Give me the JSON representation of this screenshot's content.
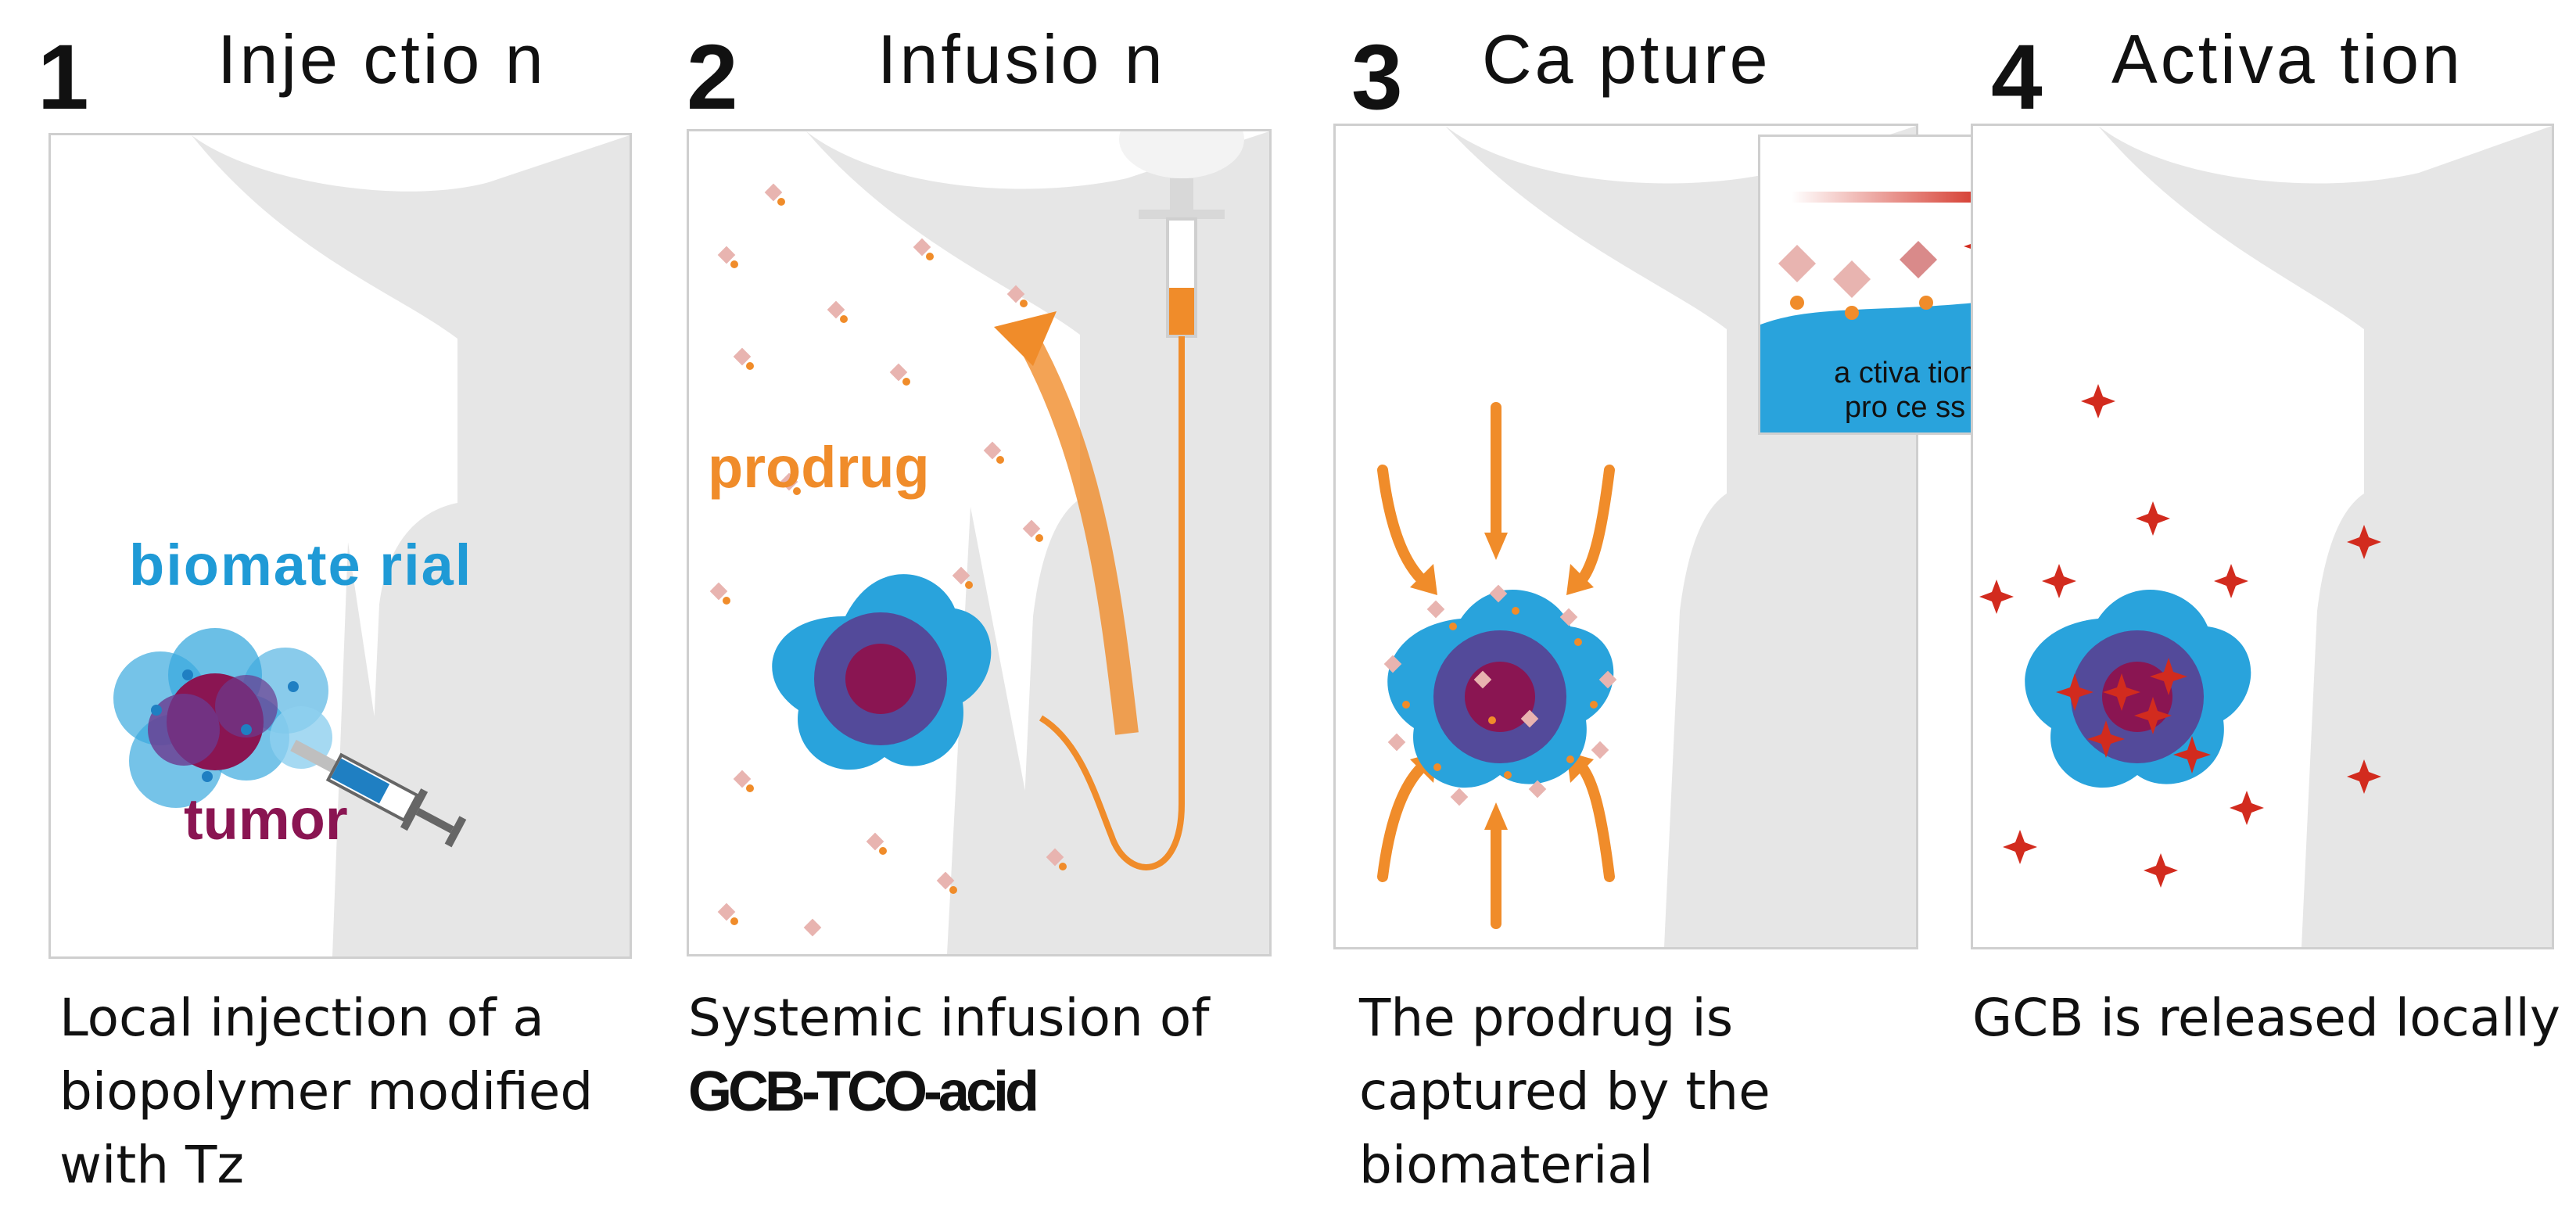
{
  "steps": [
    {
      "number": "1",
      "title": "Inje ctio n",
      "caption": [
        "Local injection of a",
        "biopolymer modified",
        "with Tz"
      ],
      "labels": {
        "biomaterial": "biomate rial",
        "tumor": "tumor"
      }
    },
    {
      "number": "2",
      "title": "Infusio n",
      "caption": [
        "Systemic infusion of"
      ],
      "caption_bold": "GCB-TCO-acid",
      "labels": {
        "prodrug": "prodrug"
      }
    },
    {
      "number": "3",
      "title": "Ca pture",
      "caption": [
        "The prodrug is",
        "captured by the",
        "biomaterial"
      ],
      "inset": [
        "a ctiva tion",
        "pro ce ss"
      ]
    },
    {
      "number": "4",
      "title": "Activa tion",
      "caption": [
        "GCB is released locally"
      ]
    }
  ],
  "colors": {
    "silhouette": "#e6e6e6",
    "biomaterial": "#29a3dc",
    "tumor": "#8a1552",
    "prodrug": "#f08c2a",
    "drug": "#d22b1e",
    "prodrug_particle": "#e8b4b0"
  }
}
